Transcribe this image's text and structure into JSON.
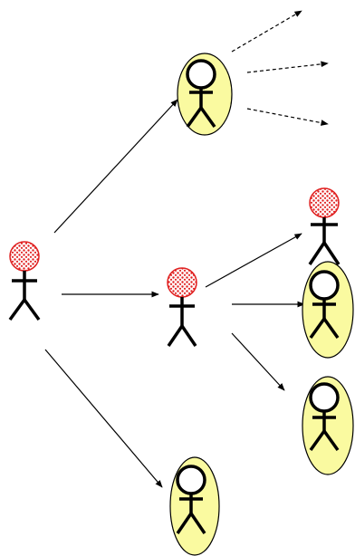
{
  "diagram": {
    "description_free": true,
    "palette": {
      "immune_fill": "#fafaa0",
      "infected_dot": "#e02020",
      "line": "#000000",
      "background": "#ffffff"
    },
    "people": [
      {
        "id": "p-source",
        "state": "infected"
      },
      {
        "id": "p-top",
        "state": "immune"
      },
      {
        "id": "p-middle",
        "state": "infected"
      },
      {
        "id": "p-bottom",
        "state": "immune"
      },
      {
        "id": "p-right-top",
        "state": "infected"
      },
      {
        "id": "p-right-mid",
        "state": "immune"
      },
      {
        "id": "p-right-bottom",
        "state": "immune"
      }
    ],
    "edges": [
      {
        "from": "p-source",
        "to": "p-top",
        "style": "solid"
      },
      {
        "from": "p-source",
        "to": "p-middle",
        "style": "solid"
      },
      {
        "from": "p-source",
        "to": "p-bottom",
        "style": "solid"
      },
      {
        "from": "p-middle",
        "to": "p-right-top",
        "style": "solid"
      },
      {
        "from": "p-middle",
        "to": "p-right-mid",
        "style": "solid"
      },
      {
        "from": "p-middle",
        "to": "p-right-bottom",
        "style": "solid"
      },
      {
        "from": "p-top",
        "to": "offscreen",
        "style": "dashed"
      },
      {
        "from": "p-top",
        "to": "offscreen",
        "style": "dashed"
      },
      {
        "from": "p-top",
        "to": "offscreen",
        "style": "dashed"
      }
    ]
  }
}
